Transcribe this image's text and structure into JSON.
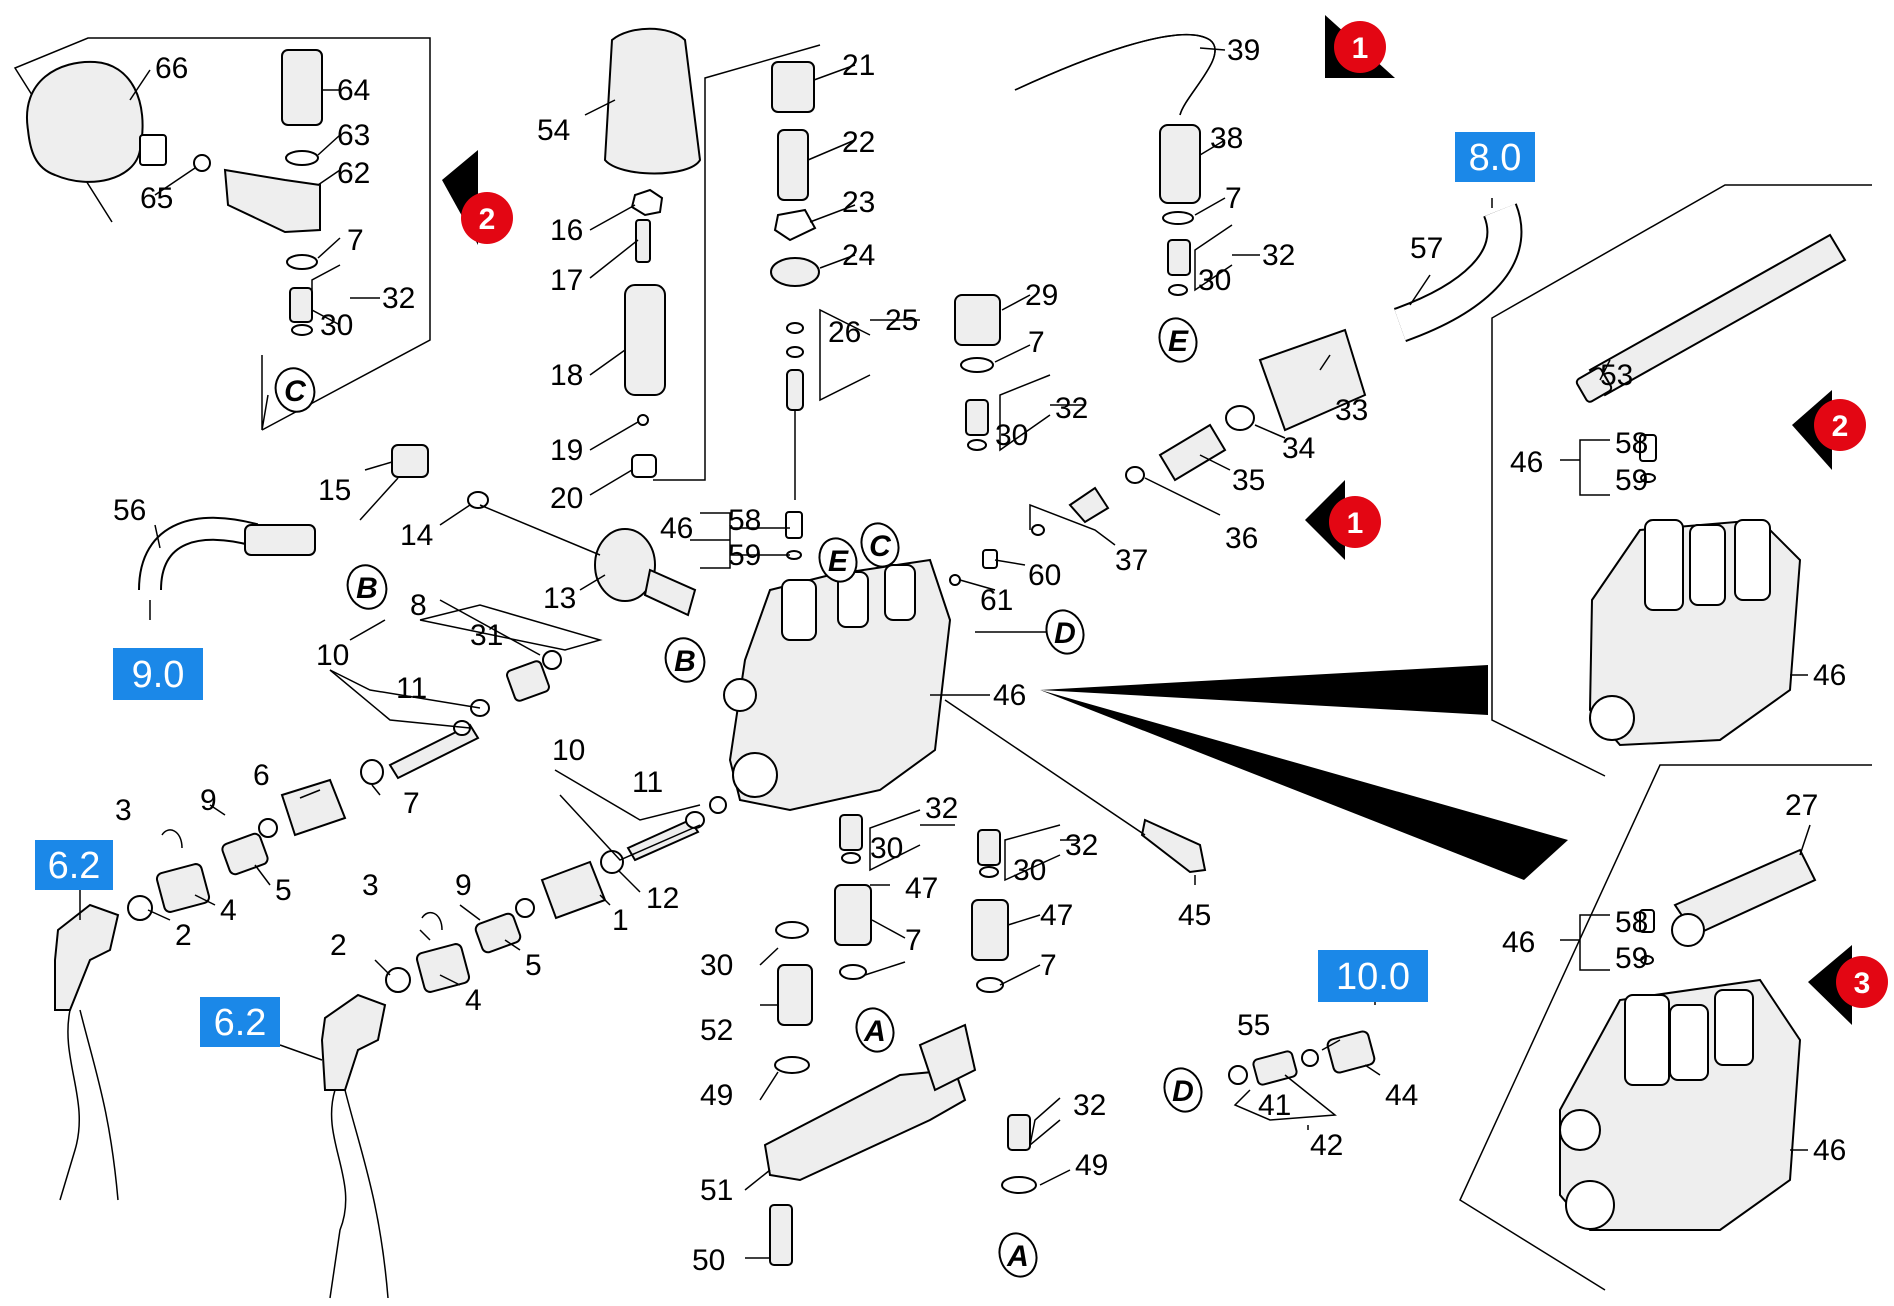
{
  "callouts": [
    "66",
    "64",
    "63",
    "62",
    "65",
    "7",
    "32",
    "30",
    "54",
    "16",
    "17",
    "18",
    "19",
    "20",
    "21",
    "22",
    "23",
    "24",
    "25",
    "26",
    "39",
    "38",
    "7",
    "30",
    "32",
    "57",
    "29",
    "7",
    "32",
    "30",
    "33",
    "34",
    "35",
    "36",
    "37",
    "53",
    "58",
    "46",
    "59",
    "15",
    "14",
    "56",
    "13",
    "46",
    "58",
    "59",
    "60",
    "61",
    "8",
    "31",
    "10",
    "11",
    "6",
    "7",
    "3",
    "9",
    "5",
    "4",
    "2",
    "10",
    "11",
    "12",
    "1",
    "3",
    "9",
    "2",
    "4",
    "5",
    "32",
    "30",
    "47",
    "7",
    "30",
    "52",
    "49",
    "51",
    "50",
    "32",
    "30",
    "47",
    "7",
    "32",
    "49",
    "45",
    "46",
    "55",
    "44",
    "41",
    "42",
    "46",
    "27",
    "58",
    "46",
    "59",
    "46"
  ],
  "section_tags": [
    "8.0",
    "9.0",
    "6.2",
    "6.2",
    "10.0"
  ],
  "connection_letters": [
    "C",
    "E",
    "B",
    "E",
    "C",
    "D",
    "B",
    "A",
    "D",
    "A"
  ],
  "page_markers": [
    "1",
    "2",
    "1",
    "2",
    "3"
  ],
  "colors": {
    "tag_blue": "#1b88e8",
    "marker_red": "#e30613",
    "marker_black": "#000000"
  }
}
